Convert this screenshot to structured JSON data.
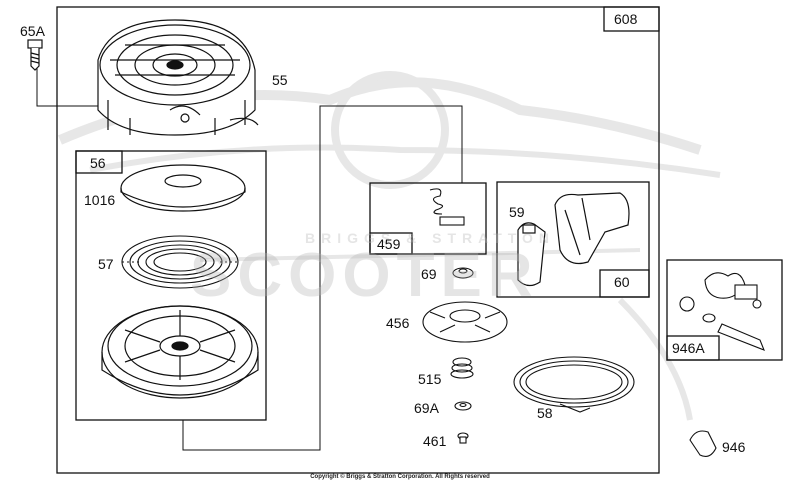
{
  "diagram": {
    "assembly_number": "608",
    "parts": {
      "p65A": "65A",
      "p55": "55",
      "p56": "56",
      "p1016": "1016",
      "p57": "57",
      "p459": "459",
      "p69": "69",
      "p456": "456",
      "p515": "515",
      "p69A": "69A",
      "p461": "461",
      "p58": "58",
      "p59": "59",
      "p60": "60",
      "p946A": "946A",
      "p946": "946"
    },
    "copyright": "Copyright © Briggs & Stratton Corporation. All Rights reserved"
  },
  "watermark": {
    "brand_small": "BRIGGS & STRATTON",
    "brand_large": "SCOOTER"
  },
  "colors": {
    "line": "#111111",
    "watermark": "#c8c8c8"
  }
}
